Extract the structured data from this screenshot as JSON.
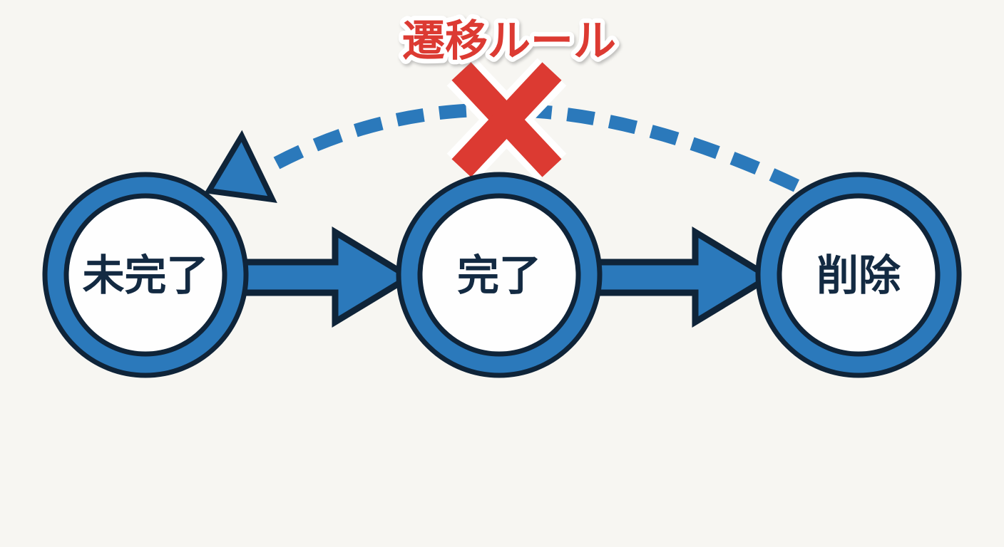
{
  "title": "遷移ルール",
  "nodes": [
    {
      "id": "incomplete",
      "label": "未完了"
    },
    {
      "id": "complete",
      "label": "完了"
    },
    {
      "id": "deleted",
      "label": "削除"
    }
  ],
  "transitions": {
    "forward_1": {
      "from": "未完了",
      "to": "完了",
      "style": "solid-arrow"
    },
    "forward_2": {
      "from": "完了",
      "to": "削除",
      "style": "solid-arrow"
    },
    "back": {
      "from": "削除",
      "to": "未完了",
      "style": "dashed-arc",
      "allowed": false,
      "marker": "red-x"
    }
  },
  "colors": {
    "blue": "#2b79bb",
    "navy": "#0f2439",
    "red": "#dc3a32",
    "background": "#f7f6f2",
    "node_fill": "#fefefe",
    "halo": "#ffffff",
    "label_text": "#132a42"
  }
}
